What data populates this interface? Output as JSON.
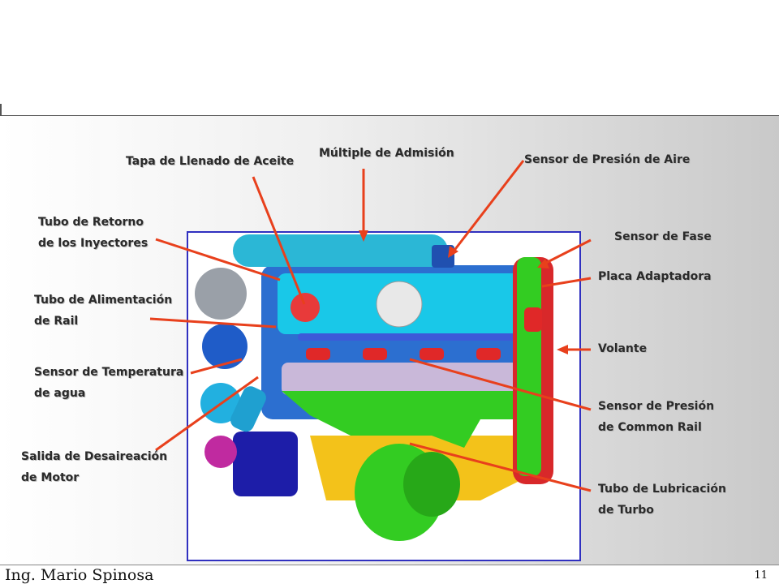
{
  "footer": {
    "author": "Ing. Mario Spinosa",
    "page_number": "11"
  },
  "labels": {
    "tapa_llenado": "Tapa de Llenado de Aceite",
    "multiple_admision": "Múltiple de Admisión",
    "sensor_presion_aire": "Sensor de Presión de Aire",
    "tubo_retorno_1": "Tubo de Retorno",
    "tubo_retorno_2": "de los Inyectores",
    "sensor_fase": "Sensor de Fase",
    "placa_adaptadora": "Placa Adaptadora",
    "tubo_alimentacion_1": "Tubo de Alimentación",
    "tubo_alimentacion_2": "de Rail",
    "volante": "Volante",
    "sensor_temperatura_1": "Sensor de Temperatura",
    "sensor_temperatura_2": "de agua",
    "sensor_presion_rail_1": "Sensor de Presión",
    "sensor_presion_rail_2": "de Common Rail",
    "salida_desaireacion_1": "Salida de Desaireación",
    "salida_desaireacion_2": "de Motor",
    "tubo_lubricacion_1": "Tubo de Lubricación",
    "tubo_lubricacion_2": "de Turbo"
  },
  "colors": {
    "leader": "#e8401c",
    "frame": "#3030c0",
    "intake": "#2bb7d6",
    "head": "#19c8e8",
    "block": "#2c6fd0",
    "exhaust": "#33cc22",
    "base": "#f3c21a",
    "flywheel": "#d8282a",
    "alternator": "#1d1da8",
    "pulley": "#c02aa0"
  }
}
